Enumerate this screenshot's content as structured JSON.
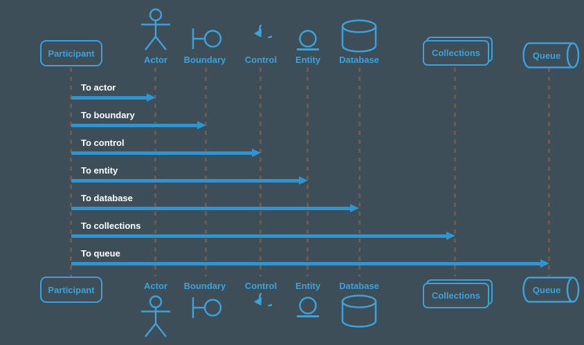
{
  "colors": {
    "bg": "#3d4e59",
    "accent": "#3da1dc",
    "arrow": "#2f95d2",
    "message_text": "#ffffff",
    "lifeline": "#6d5a50"
  },
  "participants": [
    {
      "shape": "participant",
      "label": "Participant"
    },
    {
      "shape": "actor",
      "label": "Actor"
    },
    {
      "shape": "boundary",
      "label": "Boundary"
    },
    {
      "shape": "control",
      "label": "Control"
    },
    {
      "shape": "entity",
      "label": "Entity"
    },
    {
      "shape": "database",
      "label": "Database"
    },
    {
      "shape": "collections",
      "label": "Collections"
    },
    {
      "shape": "queue",
      "label": "Queue"
    }
  ],
  "messages": [
    {
      "label": "To actor",
      "from": "Participant",
      "to": "Actor"
    },
    {
      "label": "To boundary",
      "from": "Participant",
      "to": "Boundary"
    },
    {
      "label": "To control",
      "from": "Participant",
      "to": "Control"
    },
    {
      "label": "To entity",
      "from": "Participant",
      "to": "Entity"
    },
    {
      "label": "To database",
      "from": "Participant",
      "to": "Database"
    },
    {
      "label": "To collections",
      "from": "Participant",
      "to": "Collections"
    },
    {
      "label": "To queue",
      "from": "Participant",
      "to": "Queue"
    }
  ]
}
